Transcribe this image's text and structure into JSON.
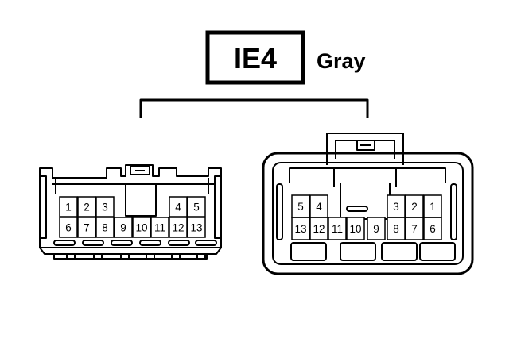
{
  "connector": {
    "code": "IE4",
    "color": "Gray"
  },
  "left_connector": {
    "top_row": [
      "1",
      "2",
      "3",
      "4",
      "5"
    ],
    "bottom_row": [
      "6",
      "7",
      "8",
      "9",
      "10",
      "11",
      "12",
      "13"
    ]
  },
  "right_connector": {
    "top_row": [
      "5",
      "4",
      "3",
      "2",
      "1"
    ],
    "bottom_row": [
      "13",
      "12",
      "11",
      "10",
      "9",
      "8",
      "7",
      "6"
    ]
  }
}
